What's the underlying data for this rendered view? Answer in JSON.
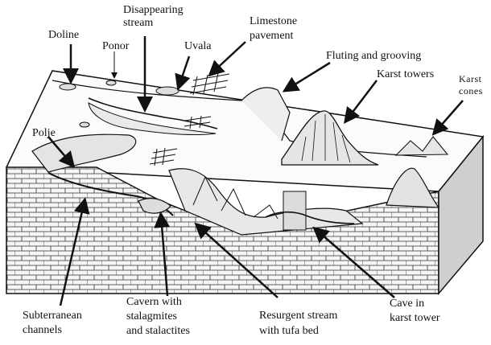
{
  "labels": {
    "doline": "Doline",
    "ponor": "Ponor",
    "disappearing_stream_1": "Disappearing",
    "disappearing_stream_2": "stream",
    "limestone_pavement_1": "Limestone",
    "limestone_pavement_2": "pavement",
    "uvala": "Uvala",
    "fluting": "Fluting and grooving",
    "karst_towers": "Karst towers",
    "karst_cones_1": "Karst",
    "karst_cones_2": "cones",
    "polje": "Polje",
    "subterranean_1": "Subterranean",
    "subterranean_2": "channels",
    "cavern_1": "Cavern with",
    "cavern_2": "stalagmites",
    "cavern_3": "and stalactites",
    "resurgent_1": "Resurgent stream",
    "resurgent_2": "with tufa bed",
    "cave_1": "Cave in",
    "cave_2": "karst tower"
  },
  "colors": {
    "ink": "#111111",
    "background": "#ffffff",
    "block_side": "#f4f4f4",
    "right_side": "#cfcfcf"
  }
}
